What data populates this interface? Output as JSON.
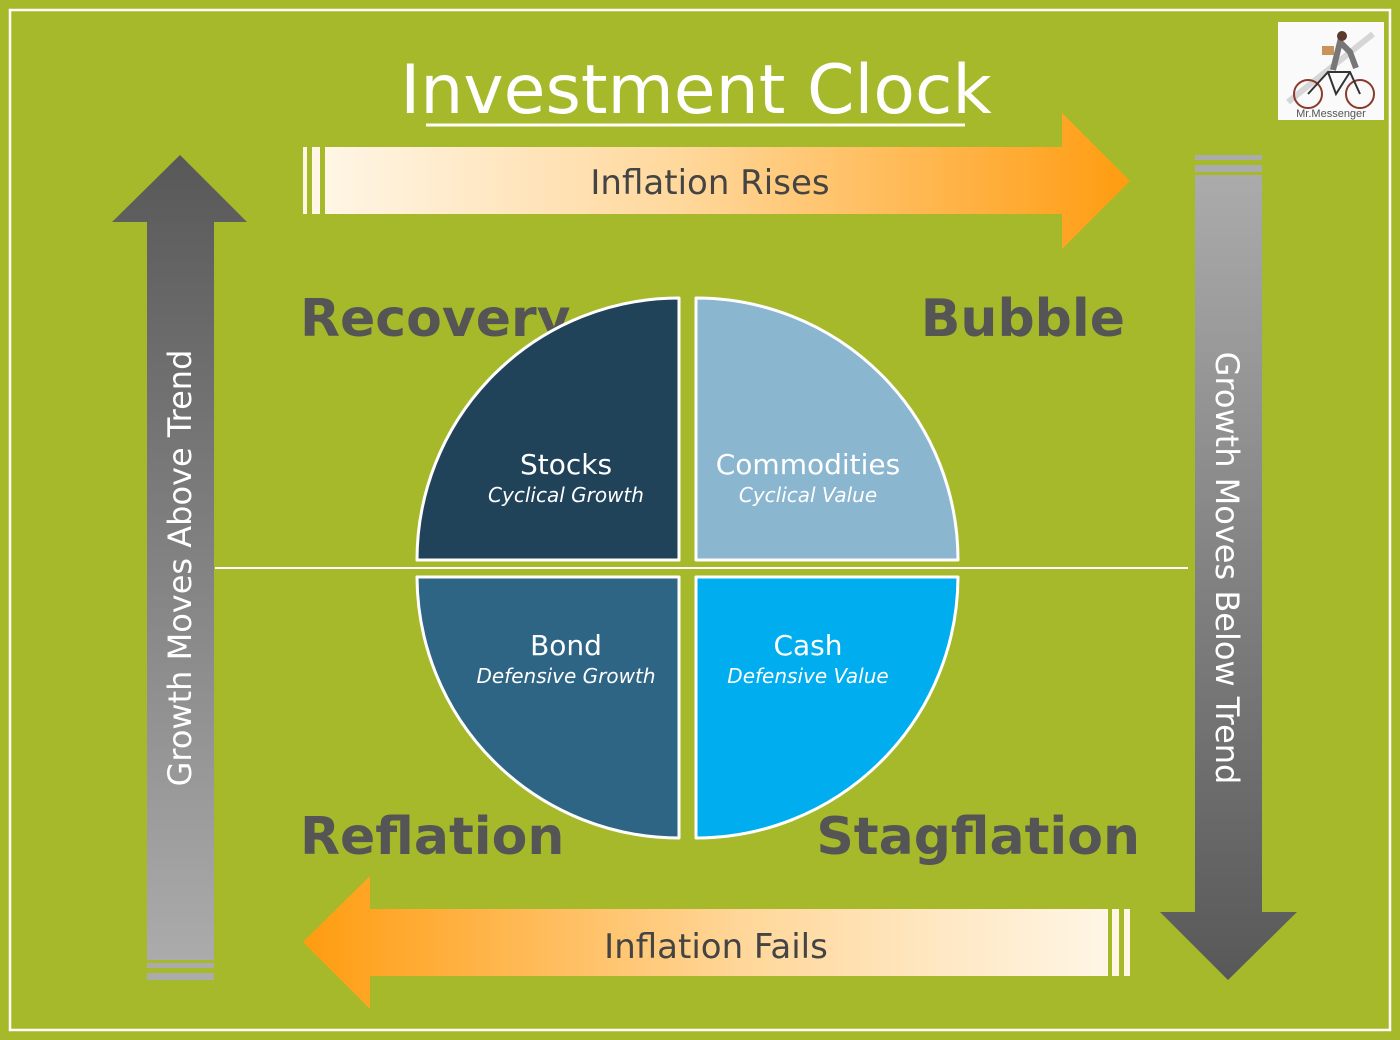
{
  "title": "Investment Clock",
  "logo": {
    "text": "Mr.Messenger"
  },
  "arrows": {
    "top": "Inflation Rises",
    "bottom": "Inflation Fails",
    "left": "Growth Moves Above Trend",
    "right": "Growth Moves Below Trend"
  },
  "phases": {
    "top_left": "Recovery",
    "top_right": "Bubble",
    "bottom_left": "Reflation",
    "bottom_right": "Stagflation"
  },
  "quadrants": [
    {
      "asset": "Stocks",
      "style": "Cyclical Growth",
      "color": "#21435a"
    },
    {
      "asset": "Commodities",
      "style": "Cyclical Value",
      "color": "#8ab6d0"
    },
    {
      "asset": "Bond",
      "style": "Defensive Growth",
      "color": "#2e6585"
    },
    {
      "asset": "Cash",
      "style": "Defensive Value",
      "color": "#00aeef"
    }
  ]
}
